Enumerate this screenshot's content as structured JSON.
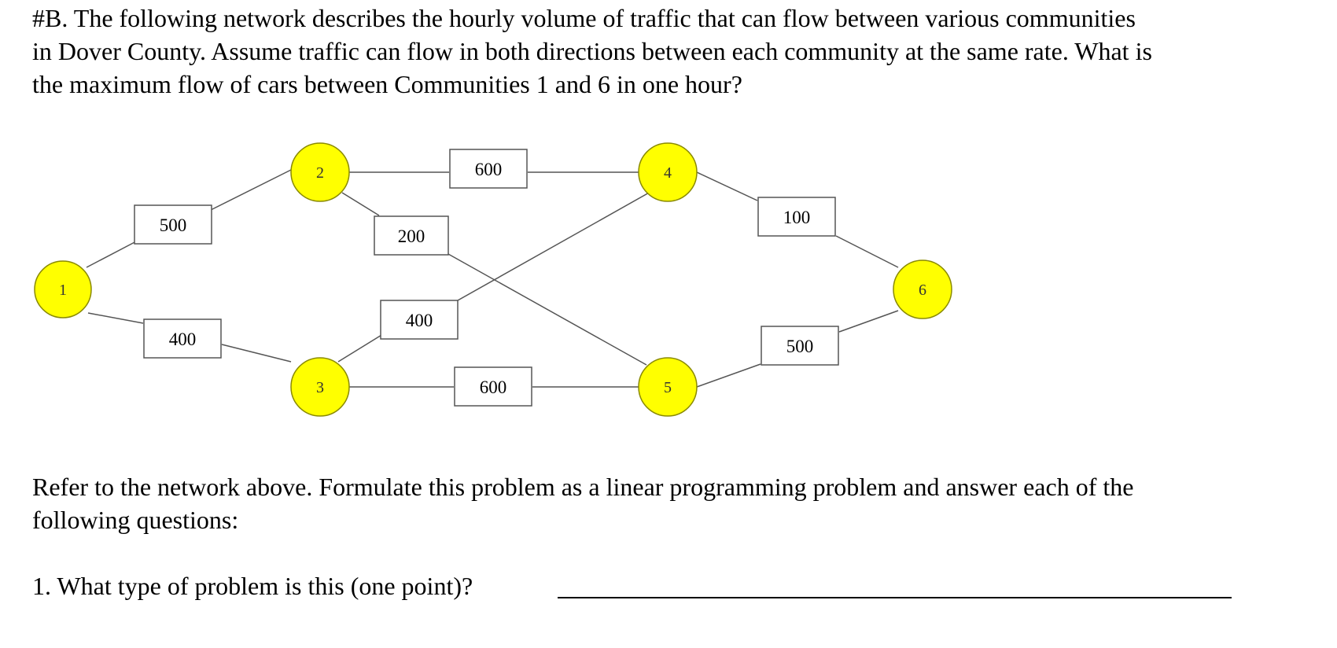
{
  "problem": {
    "intro_lines": [
      "#B.  The following network describes the hourly volume of traffic that can flow between various communities",
      "in Dover County. Assume traffic can flow in both directions between each community at the same rate. What is",
      "the maximum flow of cars between Communities 1 and 6 in one hour?"
    ]
  },
  "network": {
    "node_fill": "#ffff00",
    "node_stroke": "#8a8a00",
    "edge_color": "#555555",
    "nodes": [
      {
        "id": "n1",
        "label": "1"
      },
      {
        "id": "n2",
        "label": "2"
      },
      {
        "id": "n3",
        "label": "3"
      },
      {
        "id": "n4",
        "label": "4"
      },
      {
        "id": "n5",
        "label": "5"
      },
      {
        "id": "n6",
        "label": "6"
      }
    ],
    "edges": [
      {
        "from": "1",
        "to": "2",
        "capacity": "500"
      },
      {
        "from": "1",
        "to": "3",
        "capacity": "400"
      },
      {
        "from": "2",
        "to": "4",
        "capacity": "600"
      },
      {
        "from": "2",
        "to": "5",
        "capacity": "200"
      },
      {
        "from": "3",
        "to": "4",
        "capacity": "400"
      },
      {
        "from": "3",
        "to": "5",
        "capacity": "600"
      },
      {
        "from": "4",
        "to": "6",
        "capacity": "100"
      },
      {
        "from": "5",
        "to": "6",
        "capacity": "500"
      }
    ]
  },
  "instructions": {
    "lines": [
      "Refer to the network above. Formulate this problem as a linear programming problem and answer each of the",
      "following questions:"
    ]
  },
  "questions": [
    {
      "text": "1.  What type of problem is this (one point)?"
    }
  ]
}
